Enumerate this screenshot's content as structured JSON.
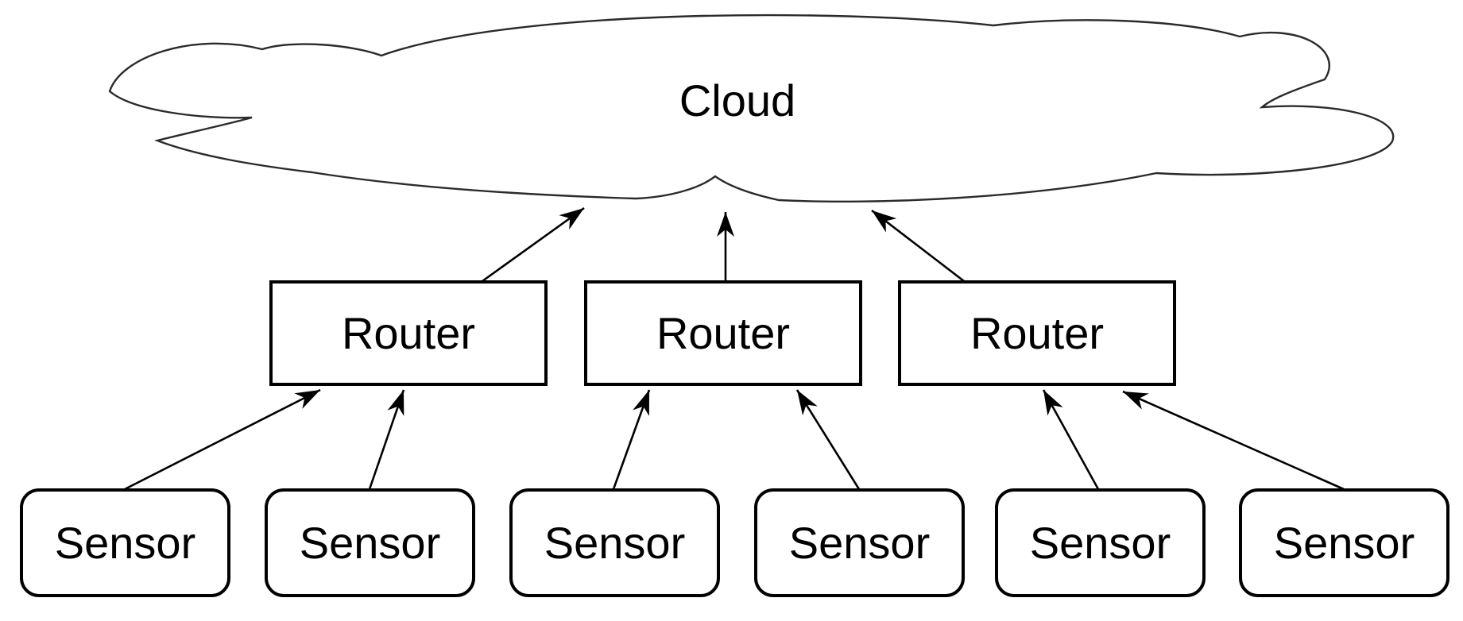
{
  "diagram": {
    "cloud": {
      "label": "Cloud"
    },
    "routers": [
      {
        "label": "Router"
      },
      {
        "label": "Router"
      },
      {
        "label": "Router"
      }
    ],
    "sensors": [
      {
        "label": "Sensor"
      },
      {
        "label": "Sensor"
      },
      {
        "label": "Sensor"
      },
      {
        "label": "Sensor"
      },
      {
        "label": "Sensor"
      },
      {
        "label": "Sensor"
      }
    ],
    "colors": {
      "stroke": "#000000",
      "fill": "#ffffff",
      "text": "#000000"
    }
  }
}
